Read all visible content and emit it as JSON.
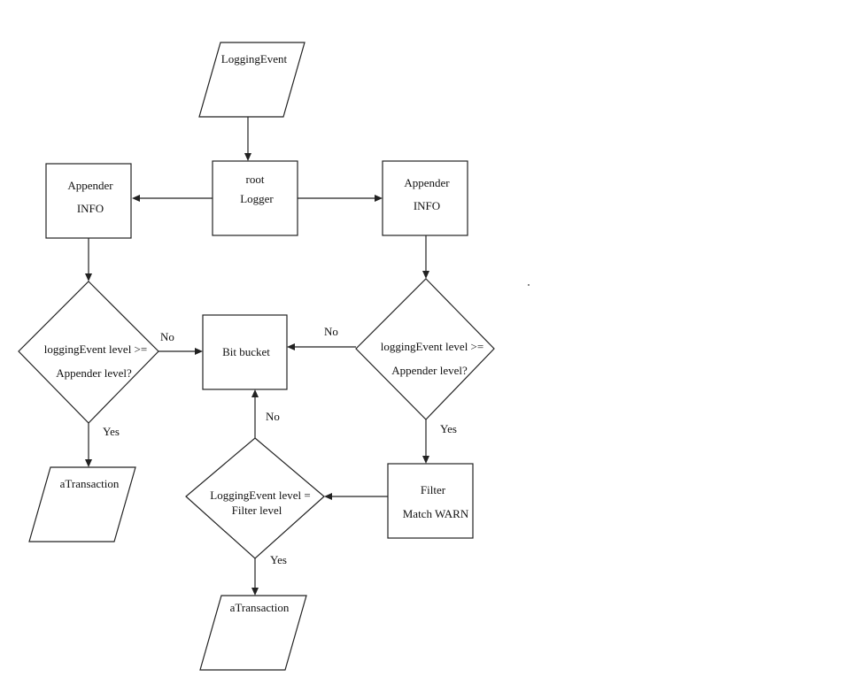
{
  "diagram": {
    "nodes": {
      "logging_event": {
        "lines": [
          "LoggingEvent"
        ]
      },
      "root_logger": {
        "lines": [
          "root",
          "Logger"
        ]
      },
      "appender_left": {
        "lines": [
          "Appender",
          "INFO"
        ]
      },
      "appender_right": {
        "lines": [
          "Appender",
          "INFO"
        ]
      },
      "decision_left": {
        "lines": [
          "loggingEvent level >=",
          "Appender level?"
        ]
      },
      "decision_right": {
        "lines": [
          "loggingEvent level >=",
          "Appender level?"
        ]
      },
      "bit_bucket": {
        "lines": [
          "Bit bucket"
        ]
      },
      "filter": {
        "lines": [
          "Filter",
          "Match WARN"
        ]
      },
      "decision_filter": {
        "lines": [
          "LoggingEvent level =",
          "Filter level"
        ]
      },
      "transaction_left": {
        "lines": [
          "aTransaction"
        ]
      },
      "transaction_bottom": {
        "lines": [
          "aTransaction"
        ]
      }
    },
    "edge_labels": {
      "no_left": "No",
      "no_right": "No",
      "no_filter": "No",
      "yes_left": "Yes",
      "yes_right": "Yes",
      "yes_filter": "Yes"
    }
  }
}
